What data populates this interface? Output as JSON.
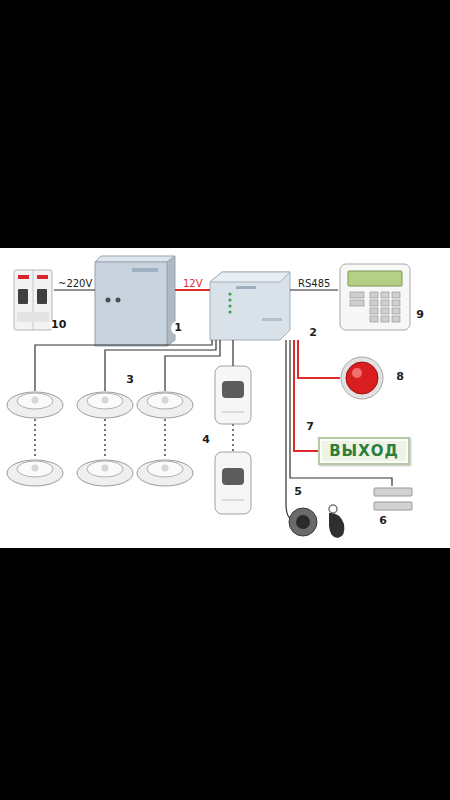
{
  "diagram": {
    "nodes": [
      {
        "text": [
          "10"
        ]
      },
      {
        "text": [
          "1"
        ]
      },
      {
        "text": [
          "2"
        ]
      },
      {
        "text": [
          "9"
        ]
      },
      {
        "text": [
          "3"
        ]
      },
      {
        "text": [
          "4"
        ]
      },
      {
        "text": [
          "8"
        ]
      },
      {
        "text": [
          "ВЫХОД",
          "7"
        ]
      },
      {
        "text": [
          "5"
        ]
      },
      {
        "text": [
          "6"
        ]
      }
    ],
    "edges": [
      {
        "from": 0,
        "to": 1,
        "arrow": "none",
        "label": "~220V"
      },
      {
        "from": 1,
        "to": 2,
        "arrow": "none",
        "label": "12V"
      },
      {
        "from": 2,
        "to": 3,
        "arrow": "none",
        "label": "RS485"
      },
      {
        "from": 2,
        "to": 4,
        "arrow": "none"
      },
      {
        "from": 2,
        "to": 5,
        "arrow": "none"
      },
      {
        "from": 2,
        "to": 6,
        "arrow": "none"
      },
      {
        "from": 2,
        "to": 7,
        "arrow": "none"
      },
      {
        "from": 2,
        "to": 8,
        "arrow": "none"
      },
      {
        "from": 2,
        "to": 9,
        "arrow": "none"
      }
    ]
  }
}
